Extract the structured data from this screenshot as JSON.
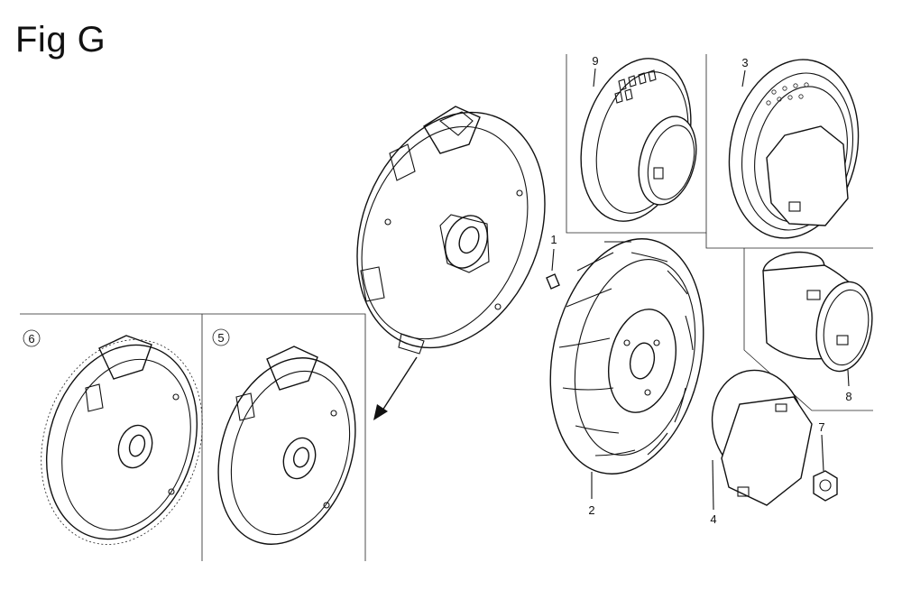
{
  "figure": {
    "title": "Fig G"
  },
  "callouts": {
    "part1": "1",
    "part2": "2",
    "part3": "3",
    "part4": "4",
    "part5": "5",
    "part6": "6",
    "part7": "7",
    "part8": "8",
    "part9": "9"
  },
  "colors": {
    "line": "#111111",
    "background": "#ffffff"
  }
}
